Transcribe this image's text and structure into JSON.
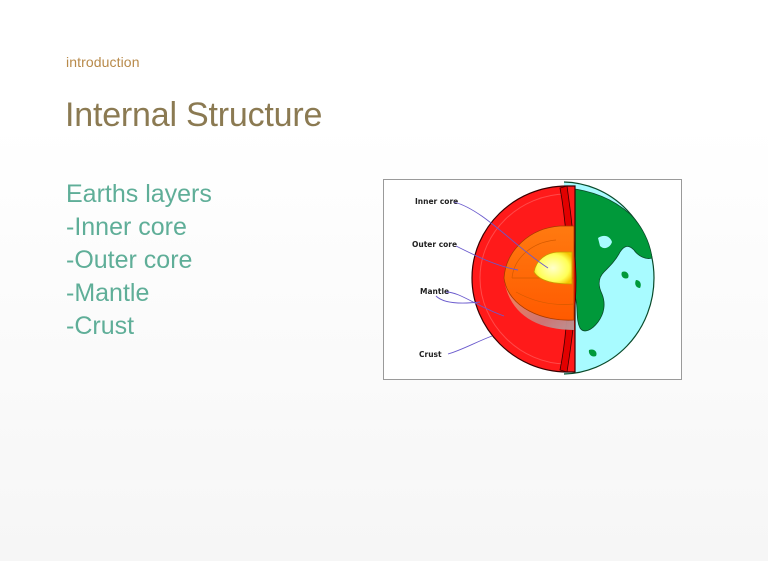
{
  "slide": {
    "section_label": "introduction",
    "title": "Internal Structure",
    "bullets": [
      "Earths layers",
      "-Inner core",
      "-Outer core",
      "-Mantle",
      "-Crust"
    ]
  },
  "figure": {
    "labels": {
      "inner_core": "Inner core",
      "outer_core": "Outer core",
      "mantle": "Mantle",
      "crust": "Crust"
    }
  },
  "colors": {
    "section_label": "#b88a4a",
    "title": "#8b7a52",
    "bullets": "#5fae98",
    "crust_red": "#ff1a1a",
    "outer_core_orange": "#ff6a00",
    "inner_core_yellow": "#ffff66",
    "ocean": "#99ffff",
    "land": "#00993a",
    "label_line": "#6a5acd"
  }
}
